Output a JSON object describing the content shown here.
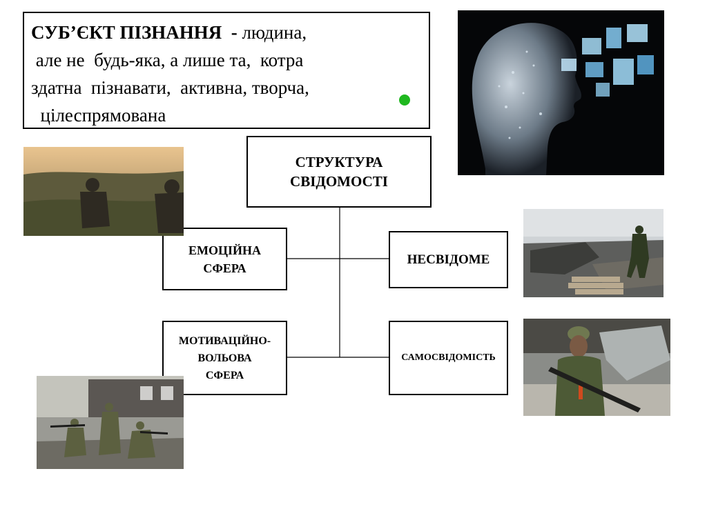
{
  "definition": {
    "term": "СУБ’ЄКТ ПІЗНАННЯ  - ",
    "line1_rest": "людина,",
    "line2": " але не  будь-яка, а лише та,  котра",
    "line3": "здатна  пізнавати,  активна, творча,",
    "line4": "  цілеспрямована"
  },
  "diagram": {
    "root": "СТРУКТУРА\nСВІДОМОСТІ",
    "left_top": "ЕМОЦІЙНА\nСФЕРА",
    "left_bottom": "МОТИВАЦІЙНО-\nВОЛЬОВА\nСФЕРА",
    "right_top": "НЕСВІДОМЕ",
    "right_bottom": "САМОСВІДОМІСТЬ"
  },
  "images": [
    "digital-head-illustration",
    "soldiers-field-photo",
    "soldier-destroyed-vehicles-photo",
    "soldier-with-rifle-photo",
    "soldiers-kneeling-photo"
  ],
  "colors": {
    "dot": "#1fb81f",
    "border": "#000000"
  }
}
